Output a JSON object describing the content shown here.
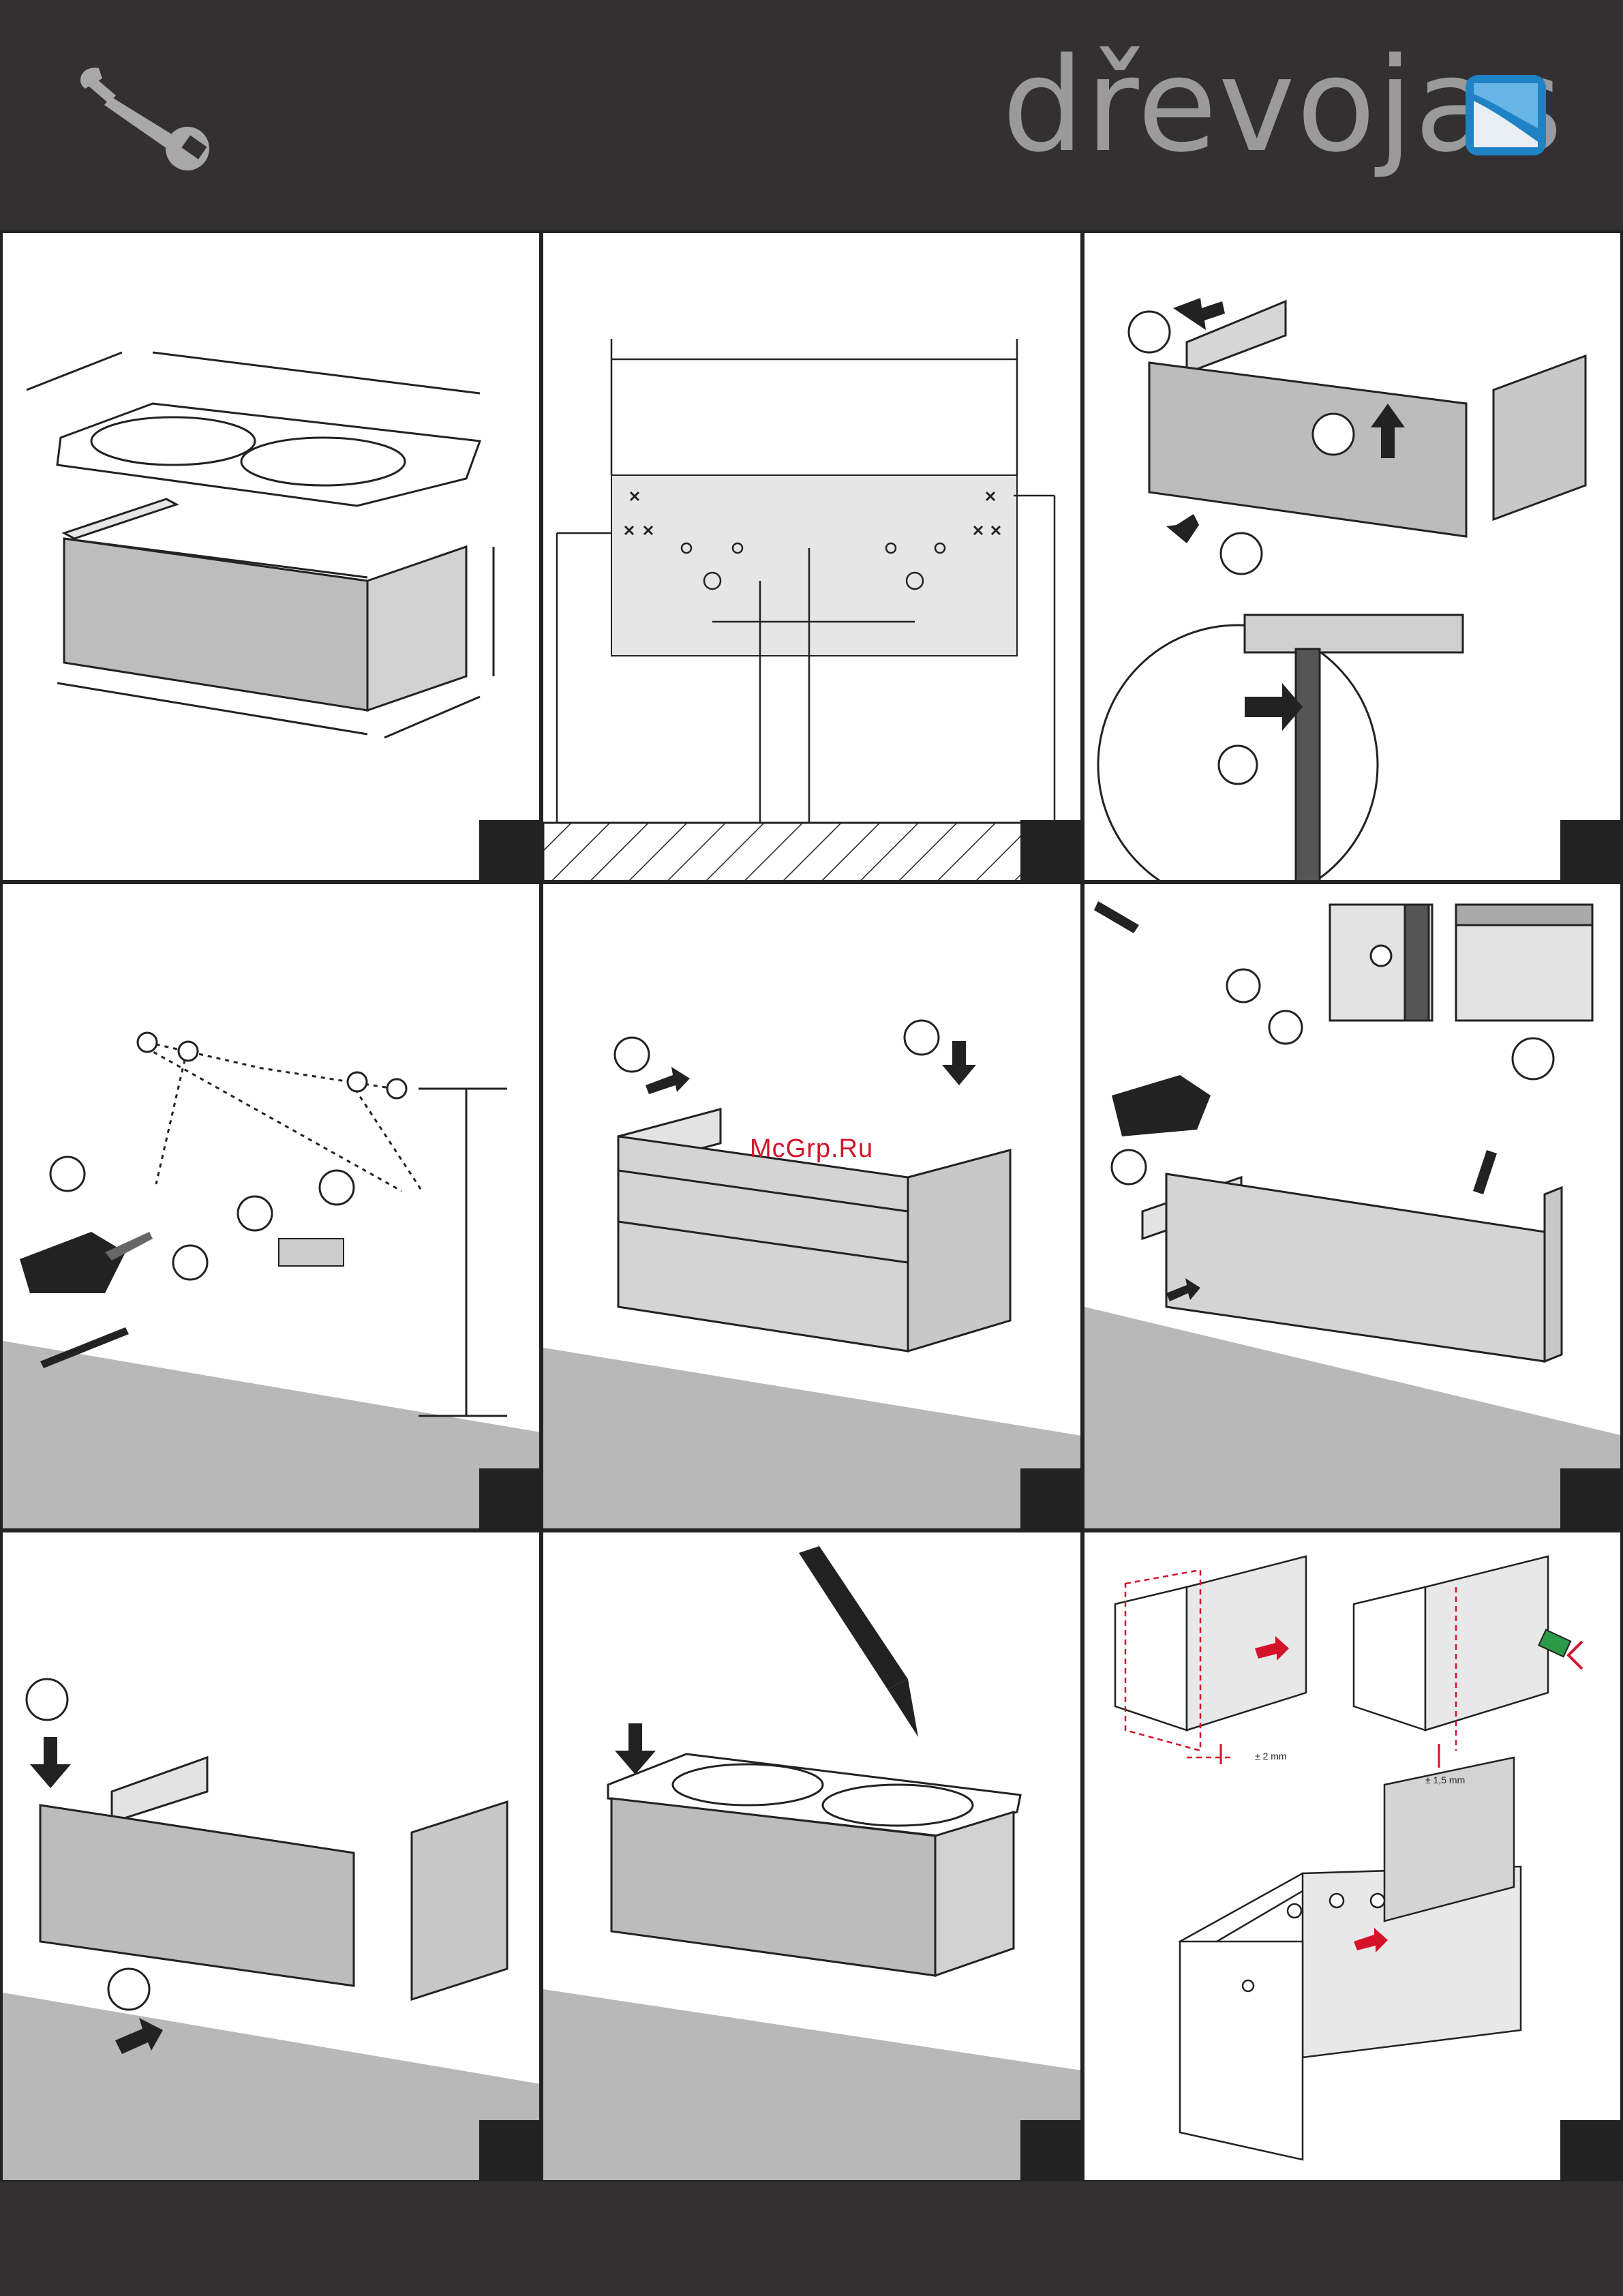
{
  "header": {
    "brand": "dřevojas",
    "tool_icon": "wrench-icon",
    "logo_icon": "brand-square-logo-icon",
    "colors": {
      "bar": "#333032",
      "brand_text": "#9a9a9a",
      "logo_blue": "#1f82c4"
    }
  },
  "watermark": "McGrp.Ru",
  "adjustments": {
    "vertical": "± 2 mm",
    "horizontal": "± 1,5 mm"
  },
  "panels": [
    {
      "name": "dimensions",
      "icon": "cabinet-with-double-sink-icon"
    },
    {
      "name": "wall-layout",
      "icon": "wall-mounting-plan-icon"
    },
    {
      "name": "drawer-removal",
      "icon": "drawer-removal-icon"
    },
    {
      "name": "wall-drilling",
      "icon": "drill-icon"
    },
    {
      "name": "hang-cabinet",
      "icon": "hang-cabinet-icon"
    },
    {
      "name": "level-adjustment",
      "icon": "screwdriver-icon"
    },
    {
      "name": "insert-drawer",
      "icon": "insert-drawer-icon"
    },
    {
      "name": "install-sink",
      "icon": "silicone-cartridge-icon"
    },
    {
      "name": "front-adjustment",
      "icon": "drawer-front-adjust-icon"
    }
  ]
}
